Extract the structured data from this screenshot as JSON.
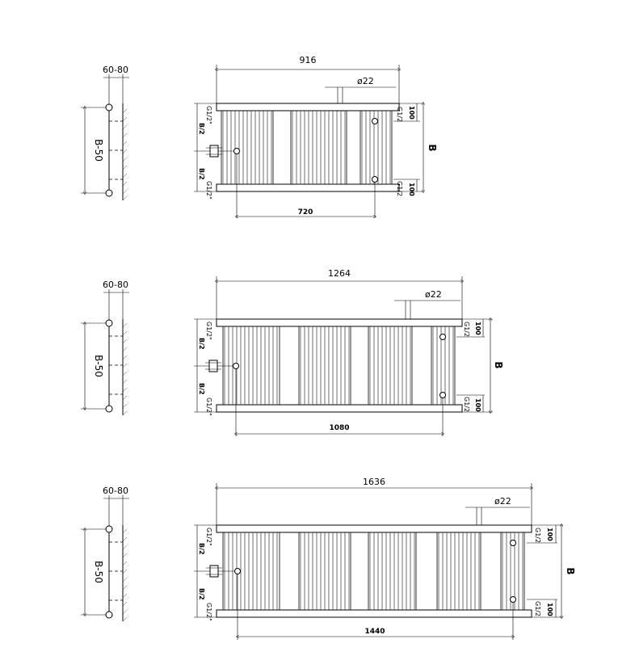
{
  "labels": {
    "depth": "60-80",
    "side_height": "B-50",
    "half": "B/2",
    "thread": "G1/2\"",
    "thread_short": "G1/2",
    "offset": "100",
    "pipe": "ø22",
    "height": "B"
  },
  "variants": [
    {
      "width": "916",
      "centers": "720"
    },
    {
      "width": "1264",
      "centers": "1080"
    },
    {
      "width": "1636",
      "centers": "1440"
    }
  ]
}
